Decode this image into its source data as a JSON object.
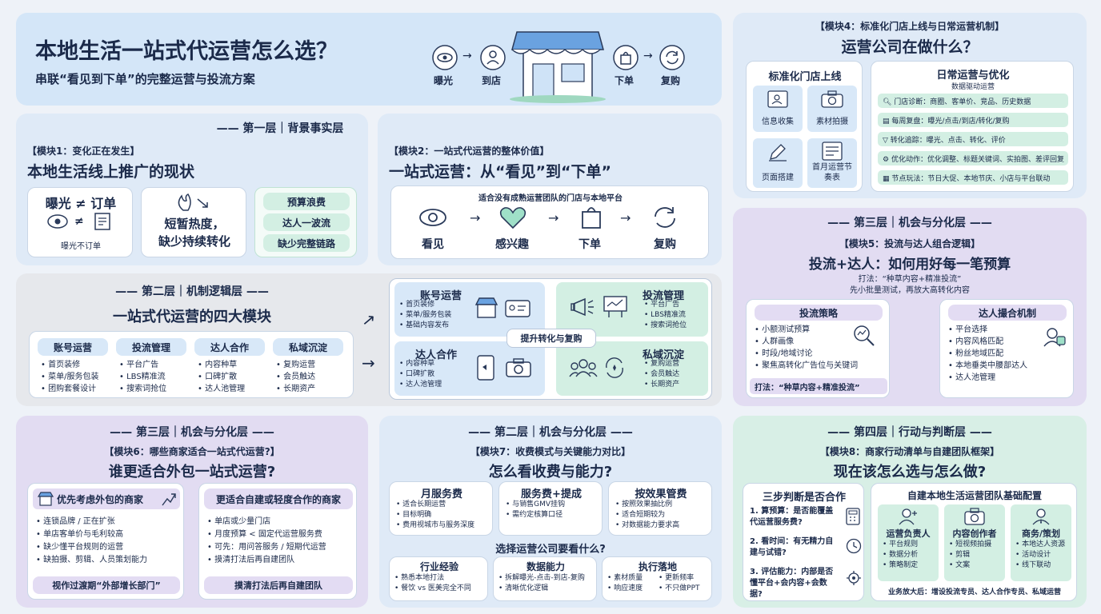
{
  "header": {
    "title": "本地生活一站式代运营怎么选？",
    "subtitle": "串联“看见到下单”的完整运营与投流方案",
    "flow": [
      "曝光",
      "到店",
      "下单",
      "复购"
    ],
    "arrow": "→"
  },
  "m1": {
    "layer": "—— 第一层｜背景事实层",
    "tag": "【模块1：变化正在发生】",
    "title": "本地生活线上推广的现状",
    "c1_title": "曝光 ≠ 订单",
    "c1_neq": "≠",
    "c1_caption": "曝光不订单",
    "c2_text1": "短暂热度，",
    "c2_text2": "缺少持续转化",
    "pills": [
      "预算浪费",
      "达人一波流",
      "缺少完整链路"
    ]
  },
  "m2": {
    "tag": "【模块2：一站式代运营的整体价值】",
    "title": "一站式运营：从“看见”到“下单”",
    "caption": "适合没有成熟运营团队的门店与本地平台",
    "steps": [
      "看见",
      "感兴趣",
      "下单",
      "复购"
    ],
    "arrow": "→"
  },
  "layer2": {
    "layer": "—— 第二层｜机制逻辑层 ——",
    "title": "一站式代运营的四大模块",
    "cols": [
      {
        "name": "账号运营",
        "items": [
          "首页装修",
          "菜单/服务包装",
          "团购套餐设计"
        ]
      },
      {
        "name": "投流管理",
        "items": [
          "平台广告",
          "LBS精准流",
          "搜索词抢位"
        ]
      },
      {
        "name": "达人合作",
        "items": [
          "内容种草",
          "口碑扩散",
          "达人池管理"
        ]
      },
      {
        "name": "私域沉淀",
        "items": [
          "复购运营",
          "会员触达",
          "长期资产"
        ]
      }
    ],
    "arrow": "→"
  },
  "quad": {
    "center": "提升转化与复购",
    "a": {
      "name": "账号运营",
      "items": [
        "首页装修",
        "菜单/服务包装",
        "基础内容发布"
      ]
    },
    "b": {
      "name": "投流管理",
      "items": [
        "平台广告",
        "LBS精准流",
        "搜索词抢位"
      ]
    },
    "c": {
      "name": "达人合作",
      "items": [
        "内容种草",
        "口碑扩散",
        "达人池管理"
      ]
    },
    "d": {
      "name": "私域沉淀",
      "items": [
        "复购运营",
        "会员触达",
        "长期资产"
      ]
    }
  },
  "m4": {
    "tag": "【模块4：标准化门店上线与日常运营机制】",
    "title": "运营公司在做什么？",
    "left_title": "标准化门店上线",
    "icons": [
      "信息收集",
      "素材拍摄",
      "页面搭建",
      "首月运营节奏表"
    ],
    "right_title": "日常运营与优化",
    "right_caption": "数据驱动运营",
    "rows": [
      "门店诊断：商圈、客单价、竞品、历史数据",
      "每周复盘：曝光/点击/到店/转化/复购",
      "转化追踪：曝光、点击、转化、评价",
      "优化动作：优化调整、标题关键词、实拍图、差评回复",
      "节点玩法：节日大促、本地节庆、小店与平台联动"
    ]
  },
  "m5": {
    "layer": "—— 第三层｜机会与分化层 ——",
    "tag": "【模块5：投流与达人组合逻辑】",
    "title": "投流+达人：如何用好每一笔预算",
    "sub1": "打法：“种草内容+精准投流”",
    "sub2": "先小批量测试，再放大高转化内容",
    "left_title": "投流策略",
    "left_items": [
      "小额测试预算",
      "人群画像",
      "时段/地域讨论",
      "聚焦高转化广告位与关键词"
    ],
    "left_note": "打法：“种草内容+精准投流”",
    "right_title": "达人撮合机制",
    "right_items": [
      "平台选择",
      "内容风格匹配",
      "粉丝地域匹配",
      "本地垂类中腰部达人",
      "达人池管理"
    ]
  },
  "m6": {
    "layer": "—— 第三层｜机会与分化层 ——",
    "tag": "【模块6：哪些商家适合一站式代运营?】",
    "title": "谁更适合外包一站式运营?",
    "left_title": "优先考虑外包的商家",
    "left_items": [
      "连锁品牌 / 正在扩张",
      "单店客单价与毛利较高",
      "缺少懂平台规则的运营",
      "缺拍摄、剪辑、人员策划能力"
    ],
    "left_foot": "视作过渡期“外部增长部门”",
    "right_title": "更适合自建或轻度合作的商家",
    "right_items": [
      "单店或少量门店",
      "月度预算 < 固定代运营服务费",
      "可先：用问答服务 / 短期代运营",
      "摸清打法后再自建团队"
    ],
    "right_foot": "摸清打法后再自建团队"
  },
  "m7": {
    "layer": "—— 第二层｜机会与分化层 ——",
    "tag": "【模块7：收费模式与关键能力对比】",
    "title": "怎么看收费与能力?",
    "fees": [
      {
        "name": "月服务费",
        "items": [
          "适合长期运营",
          "目标明确",
          "费用视城市与服务深度"
        ]
      },
      {
        "name": "服务费+提成",
        "items": [
          "与销售GMV挂钩",
          "需约定核算口径"
        ]
      },
      {
        "name": "按效果管费",
        "items": [
          "按照效果抽比例",
          "适合短期较为",
          "对数据能力要求高"
        ]
      }
    ],
    "q": "选择运营公司要看什么?",
    "caps": [
      {
        "name": "行业经验",
        "items": [
          "熟悉本地打法",
          "餐饮 vs 医美完全不同"
        ]
      },
      {
        "name": "数据能力",
        "items": [
          "拆解曝光-点击-到店-复购",
          "清晰优化逻辑"
        ]
      },
      {
        "name": "执行落地",
        "items": [
          "素材质量",
          "响应速度",
          "更新频率",
          "不只做PPT"
        ]
      }
    ]
  },
  "m8": {
    "layer": "—— 第四层｜行动与判断层 ——",
    "tag": "【模块8：商家行动清单与自建团队框架】",
    "title": "现在该怎么选与怎么做?",
    "left_title": "三步判断是否合作",
    "steps": [
      "1. 算预算：是否能覆盖代运营服务费?",
      "2. 看时间：有无精力自建与试错?",
      "3. 评估能力：内部是否懂平台+会内容+会数据?"
    ],
    "right_title": "自建本地生活运营团队基础配置",
    "roles": [
      {
        "name": "运营负责人",
        "items": [
          "平台规则",
          "数据分析",
          "策略制定"
        ]
      },
      {
        "name": "内容创作者",
        "items": [
          "短视频拍摄",
          "剪辑",
          "文案"
        ]
      },
      {
        "name": "商务/策划",
        "items": [
          "本地达人资源",
          "活动设计",
          "线下联动"
        ]
      }
    ],
    "foot": "业务放大后：增设投流专员、达人合作专员、私域运营"
  }
}
